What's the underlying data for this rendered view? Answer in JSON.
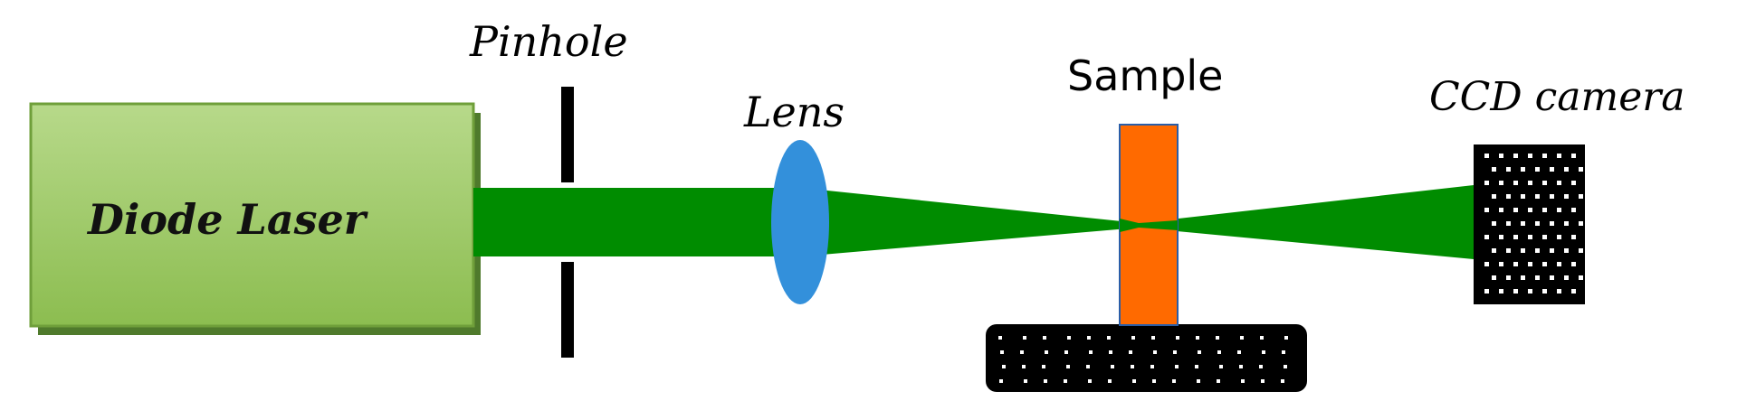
{
  "labels": {
    "pinhole": "Pinhole",
    "lens": "Lens",
    "sample": "Sample",
    "ccd_camera": "CCD camera",
    "diode_laser": "Diode Laser"
  },
  "colors": {
    "laser_box": "#9dc865",
    "laser_box_shadow": "#4f7a2c",
    "beam": "#008c00",
    "lens": "#3390db",
    "sample": "#ff6a00",
    "black": "#000000",
    "dots": "#ffffff"
  }
}
